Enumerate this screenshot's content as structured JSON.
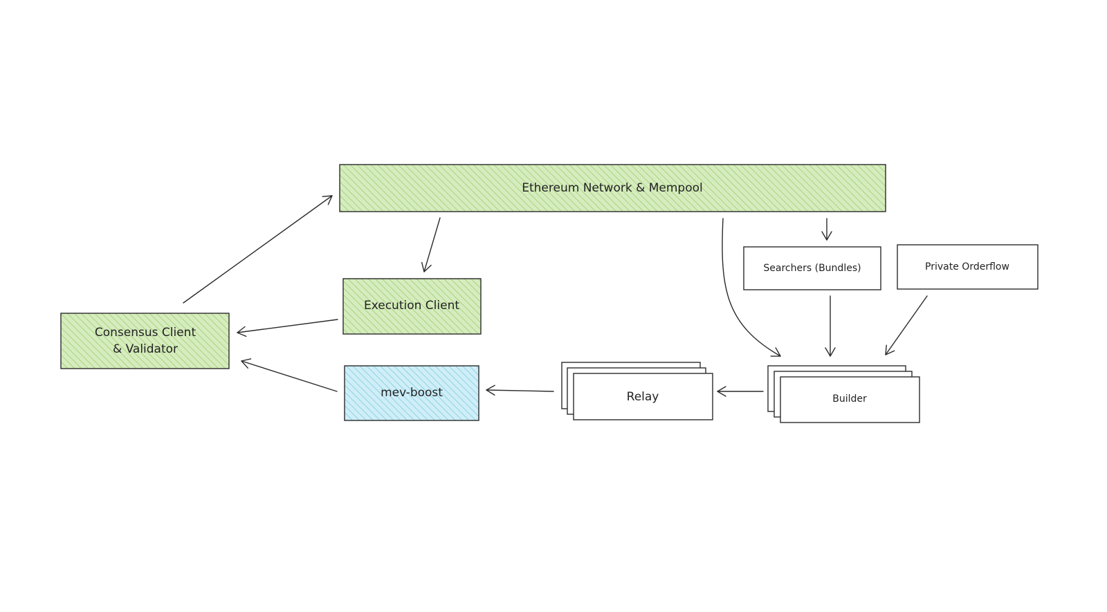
{
  "diagram": {
    "colors": {
      "green_fill": "#d6ecbf",
      "green_hatch": "#a7d47c",
      "blue_fill": "#cfeef7",
      "blue_hatch": "#8fd2e6",
      "stroke": "#2a2a2a"
    },
    "nodes": {
      "ethereum": "Ethereum Network & Mempool",
      "execution": "Execution Client",
      "consensus_line1": "Consensus Client",
      "consensus_line2": "& Validator",
      "mevboost": "mev-boost",
      "relay": "Relay",
      "builder": "Builder",
      "searchers": "Searchers (Bundles)",
      "orderflow": "Private Orderflow"
    },
    "edges": [
      {
        "from": "consensus",
        "to": "ethereum"
      },
      {
        "from": "ethereum",
        "to": "execution"
      },
      {
        "from": "ethereum",
        "to": "builder"
      },
      {
        "from": "ethereum",
        "to": "searchers"
      },
      {
        "from": "searchers",
        "to": "builder"
      },
      {
        "from": "orderflow",
        "to": "builder"
      },
      {
        "from": "builder",
        "to": "relay"
      },
      {
        "from": "relay",
        "to": "mevboost"
      },
      {
        "from": "execution",
        "to": "consensus"
      },
      {
        "from": "mevboost",
        "to": "consensus"
      }
    ]
  }
}
